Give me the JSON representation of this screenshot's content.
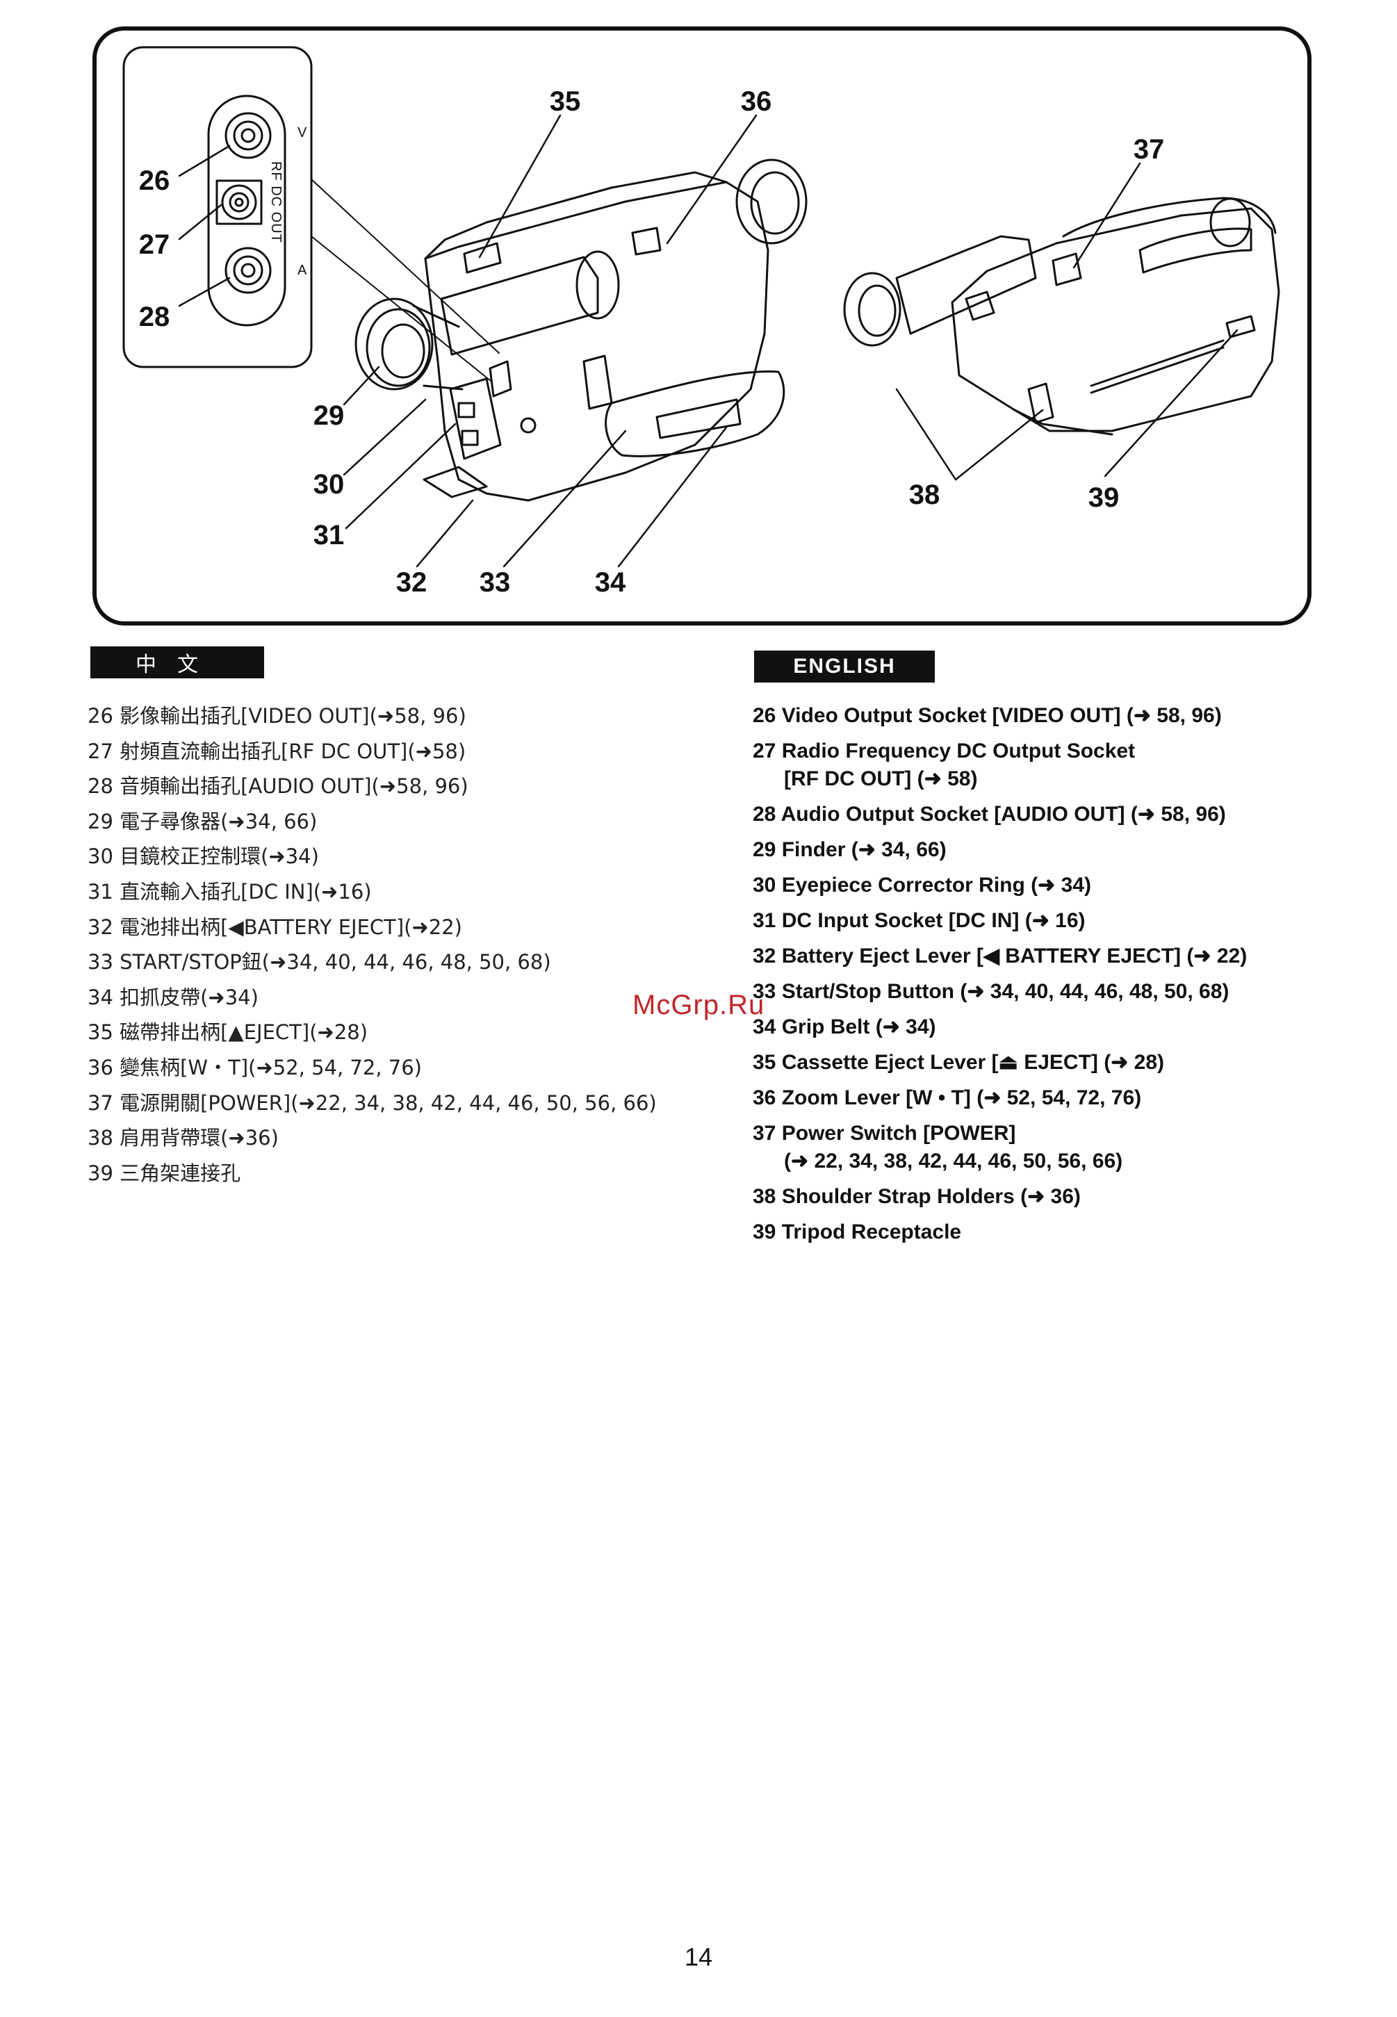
{
  "figure": {
    "callouts": [
      "26",
      "27",
      "28",
      "29",
      "30",
      "31",
      "32",
      "33",
      "34",
      "35",
      "36",
      "37",
      "38",
      "39"
    ],
    "jack_labels": {
      "v": "V",
      "a": "A",
      "rf": "RF DC OUT"
    }
  },
  "chinese": {
    "heading": "中文",
    "items": [
      "26 影像輸出插孔[VIDEO OUT](➜58, 96)",
      "27 射頻直流輸出插孔[RF DC OUT](➜58)",
      "28 音頻輸出插孔[AUDIO OUT](➜58, 96)",
      "29 電子尋像器(➜34, 66)",
      "30 目鏡校正控制環(➜34)",
      "31 直流輸入插孔[DC IN](➜16)",
      "32 電池排出柄[◀BATTERY EJECT](➜22)",
      "33 START/STOP鈕(➜34, 40, 44, 46, 48, 50, 68)",
      "34 扣抓皮帶(➜34)",
      "35 磁帶排出柄[▲EJECT](➜28)",
      "36 變焦柄[W・T](➜52, 54, 72, 76)",
      "37 電源開關[POWER](➜22, 34, 38, 42, 44, 46, 50, 56, 66)",
      "38 肩用背帶環(➜36)",
      "39 三角架連接孔"
    ]
  },
  "english": {
    "heading": "ENGLISH",
    "items": [
      {
        "line1": "26 Video Output Socket [VIDEO OUT] (➜ 58, 96)"
      },
      {
        "line1": "27 Radio Frequency DC Output Socket",
        "line2": "[RF DC OUT] (➜ 58)"
      },
      {
        "line1": "28 Audio Output Socket [AUDIO OUT] (➜ 58, 96)"
      },
      {
        "line1": "29 Finder (➜ 34, 66)"
      },
      {
        "line1": "30 Eyepiece Corrector Ring (➜ 34)"
      },
      {
        "line1": "31 DC Input Socket [DC IN] (➜ 16)"
      },
      {
        "line1": "32 Battery Eject Lever [◀ BATTERY EJECT] (➜ 22)"
      },
      {
        "line1": "33 Start/Stop Button (➜ 34, 40, 44, 46, 48, 50, 68)"
      },
      {
        "line1": "34 Grip Belt (➜ 34)"
      },
      {
        "line1": "35 Cassette Eject Lever [⏏ EJECT] (➜ 28)"
      },
      {
        "line1": "36 Zoom Lever [W • T] (➜ 52, 54, 72, 76)"
      },
      {
        "line1": "37 Power Switch [POWER]",
        "line2": "(➜ 22, 34, 38, 42, 44, 46, 50, 56, 66)"
      },
      {
        "line1": "38 Shoulder Strap Holders (➜ 36)"
      },
      {
        "line1": "39 Tripod Receptacle"
      }
    ]
  },
  "watermark": "McGrp.Ru",
  "page_number": "14"
}
